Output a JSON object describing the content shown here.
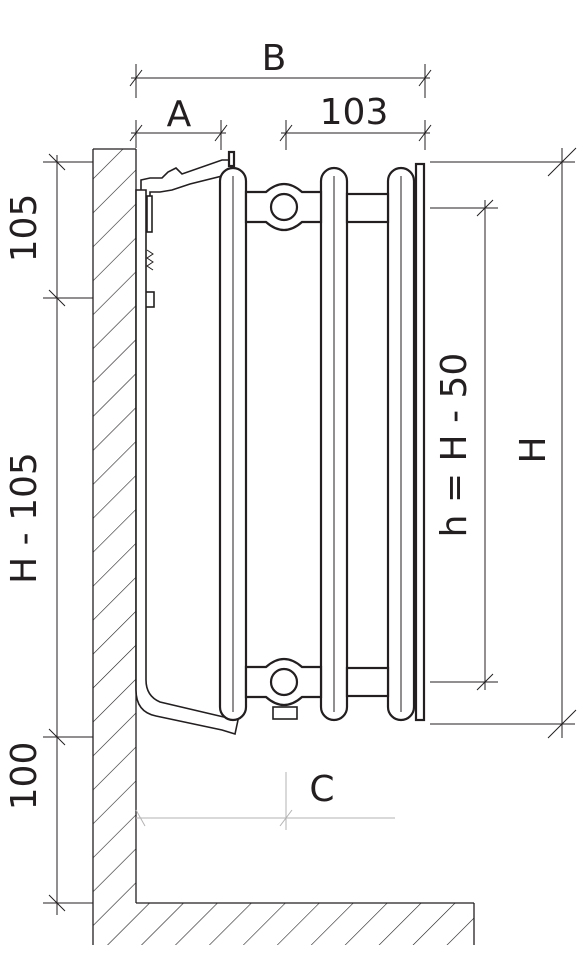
{
  "labels": {
    "b": "B",
    "a": "A",
    "depth_103": "103",
    "top_105": "105",
    "mid_h_minus_105": "H - 105",
    "bottom_100": "100",
    "c": "C",
    "h_formula": "h = H - 50",
    "h_total": "H"
  },
  "colors": {
    "line": "#231f20",
    "guide": "#b3b3b3",
    "background": "#ffffff"
  }
}
